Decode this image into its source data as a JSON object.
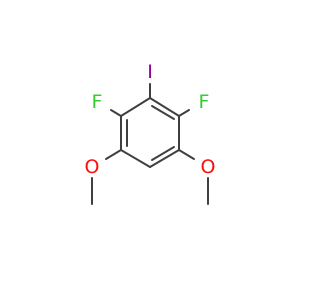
{
  "molecule": {
    "atoms": {
      "iodine": {
        "symbol": "I",
        "color": "#94009e"
      },
      "fluorine_left": {
        "symbol": "F",
        "color": "#33cc33"
      },
      "fluorine_right": {
        "symbol": "F",
        "color": "#33cc33"
      },
      "oxygen_left": {
        "symbol": "O",
        "color": "#ff0d0d"
      },
      "oxygen_right": {
        "symbol": "O",
        "color": "#ff0d0d"
      }
    },
    "bond_color": "#3f3f3f",
    "background_color": "#ffffff"
  }
}
